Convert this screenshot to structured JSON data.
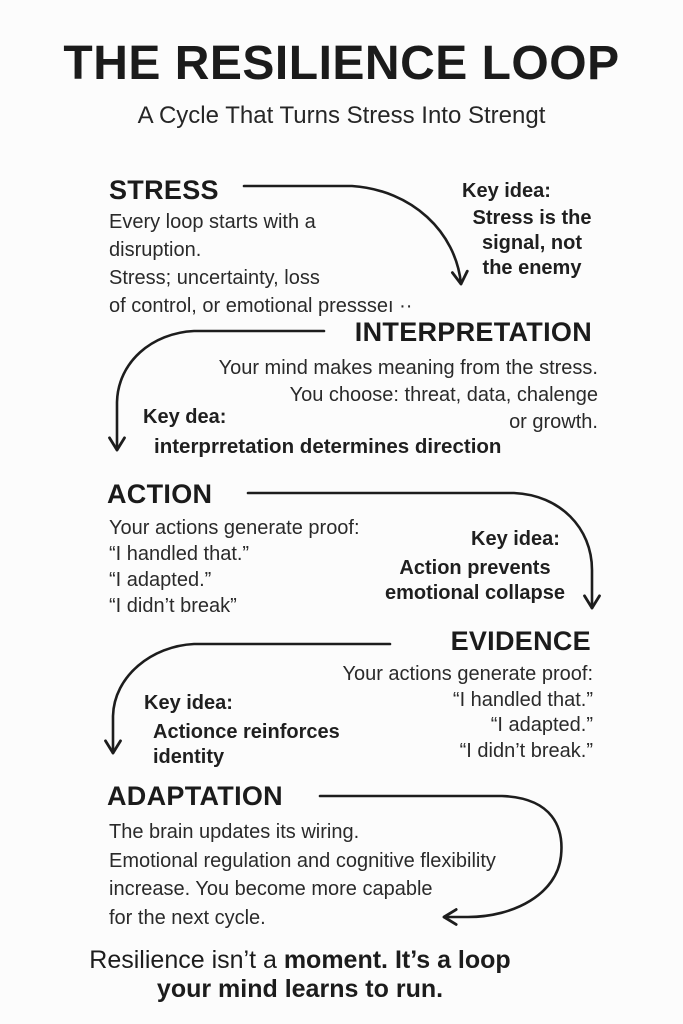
{
  "colors": {
    "background": "#fcfcfc",
    "text": "#1d1d1d",
    "arrow": "#1d1d1d"
  },
  "header": {
    "title": "THE RESILIENCE LOOP",
    "subtitle": "A Cycle That Turns Stress Into Strengt"
  },
  "sections": {
    "stress": {
      "heading": "STRESS",
      "body": "Every loop starts with a\ndisruption.\nStress; uncertainty, loss\nof control, or emotional pressseı ··",
      "key_label": "Key idea:",
      "key_text": "Stress is the\nsignal, not\nthe enemy"
    },
    "interpretation": {
      "heading": "INTERPRETATION",
      "body": "Your mind makes meaning from the stress.\nYou choose: threat, data, chalenge\nor growth.",
      "key_label": "Key dea:",
      "key_text": "interprretation determines direction"
    },
    "action": {
      "heading": "ACTION",
      "body": "Your actions generate proof:\n“I handled that.”\n“I adapted.”\n“I didn’t break”",
      "key_label": "Key idea:",
      "key_text": "Action prevents\nemotional collapse"
    },
    "evidence": {
      "heading": "EVIDENCE",
      "body": "Your actions generate proof:\n“I handled that.”\n“I adapted.”\n“I didn’t break.”",
      "key_label": "Key idea:",
      "key_text": "Actionce reinforces\nidentity"
    },
    "adaptation": {
      "heading": "ADAPTATION",
      "body": "The brain updates its wiring.\nEmotional regulation and cognitive flexibility\nincrease. You become more capable\nfor the next cycle."
    }
  },
  "footer": {
    "lead": "Resilience isn’t a ",
    "bold_rest": "moment. It’s a loop",
    "bold_line2": "your mind learns to run."
  },
  "arrows": [
    {
      "name": "stress-to-interpretation",
      "from": "STRESS",
      "to": "INTERPRETATION"
    },
    {
      "name": "interpretation-to-action",
      "from": "INTERPRETATION",
      "to": "ACTION"
    },
    {
      "name": "action-to-evidence",
      "from": "ACTION",
      "to": "EVIDENCE"
    },
    {
      "name": "evidence-to-adaptation",
      "from": "EVIDENCE",
      "to": "ADAPTATION"
    },
    {
      "name": "adaptation-loop-back",
      "from": "ADAPTATION",
      "to": "next cycle"
    }
  ]
}
